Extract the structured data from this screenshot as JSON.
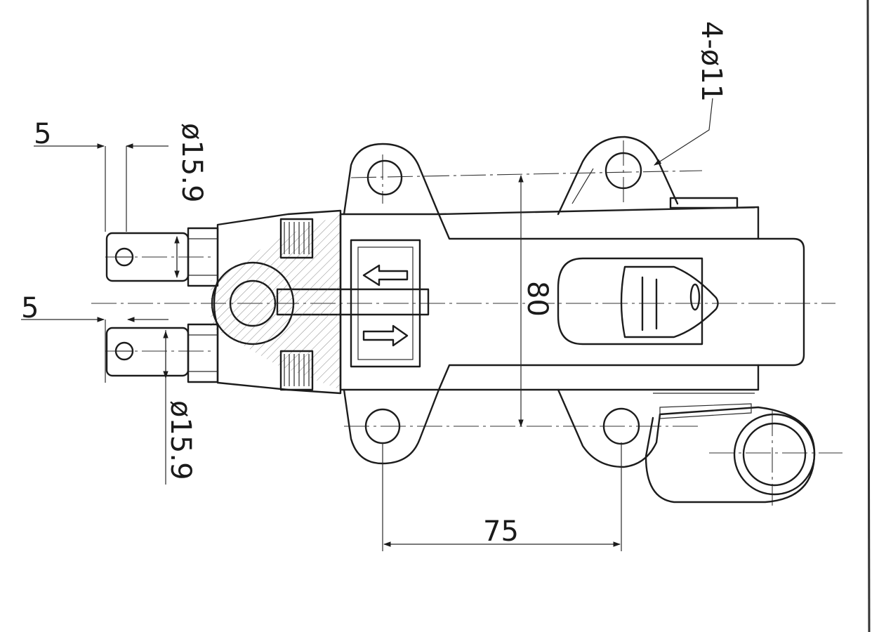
{
  "dimensions": {
    "hole_callout": "4-ø11",
    "port_diameter_top": "ø15.9",
    "port_diameter_bottom": "ø15.9",
    "offset_top": "5",
    "offset_bottom": "5",
    "mount_width": "80",
    "mount_spacing": "75"
  },
  "colors": {
    "line": "#1c1c1c",
    "paper": "#ffffff"
  }
}
